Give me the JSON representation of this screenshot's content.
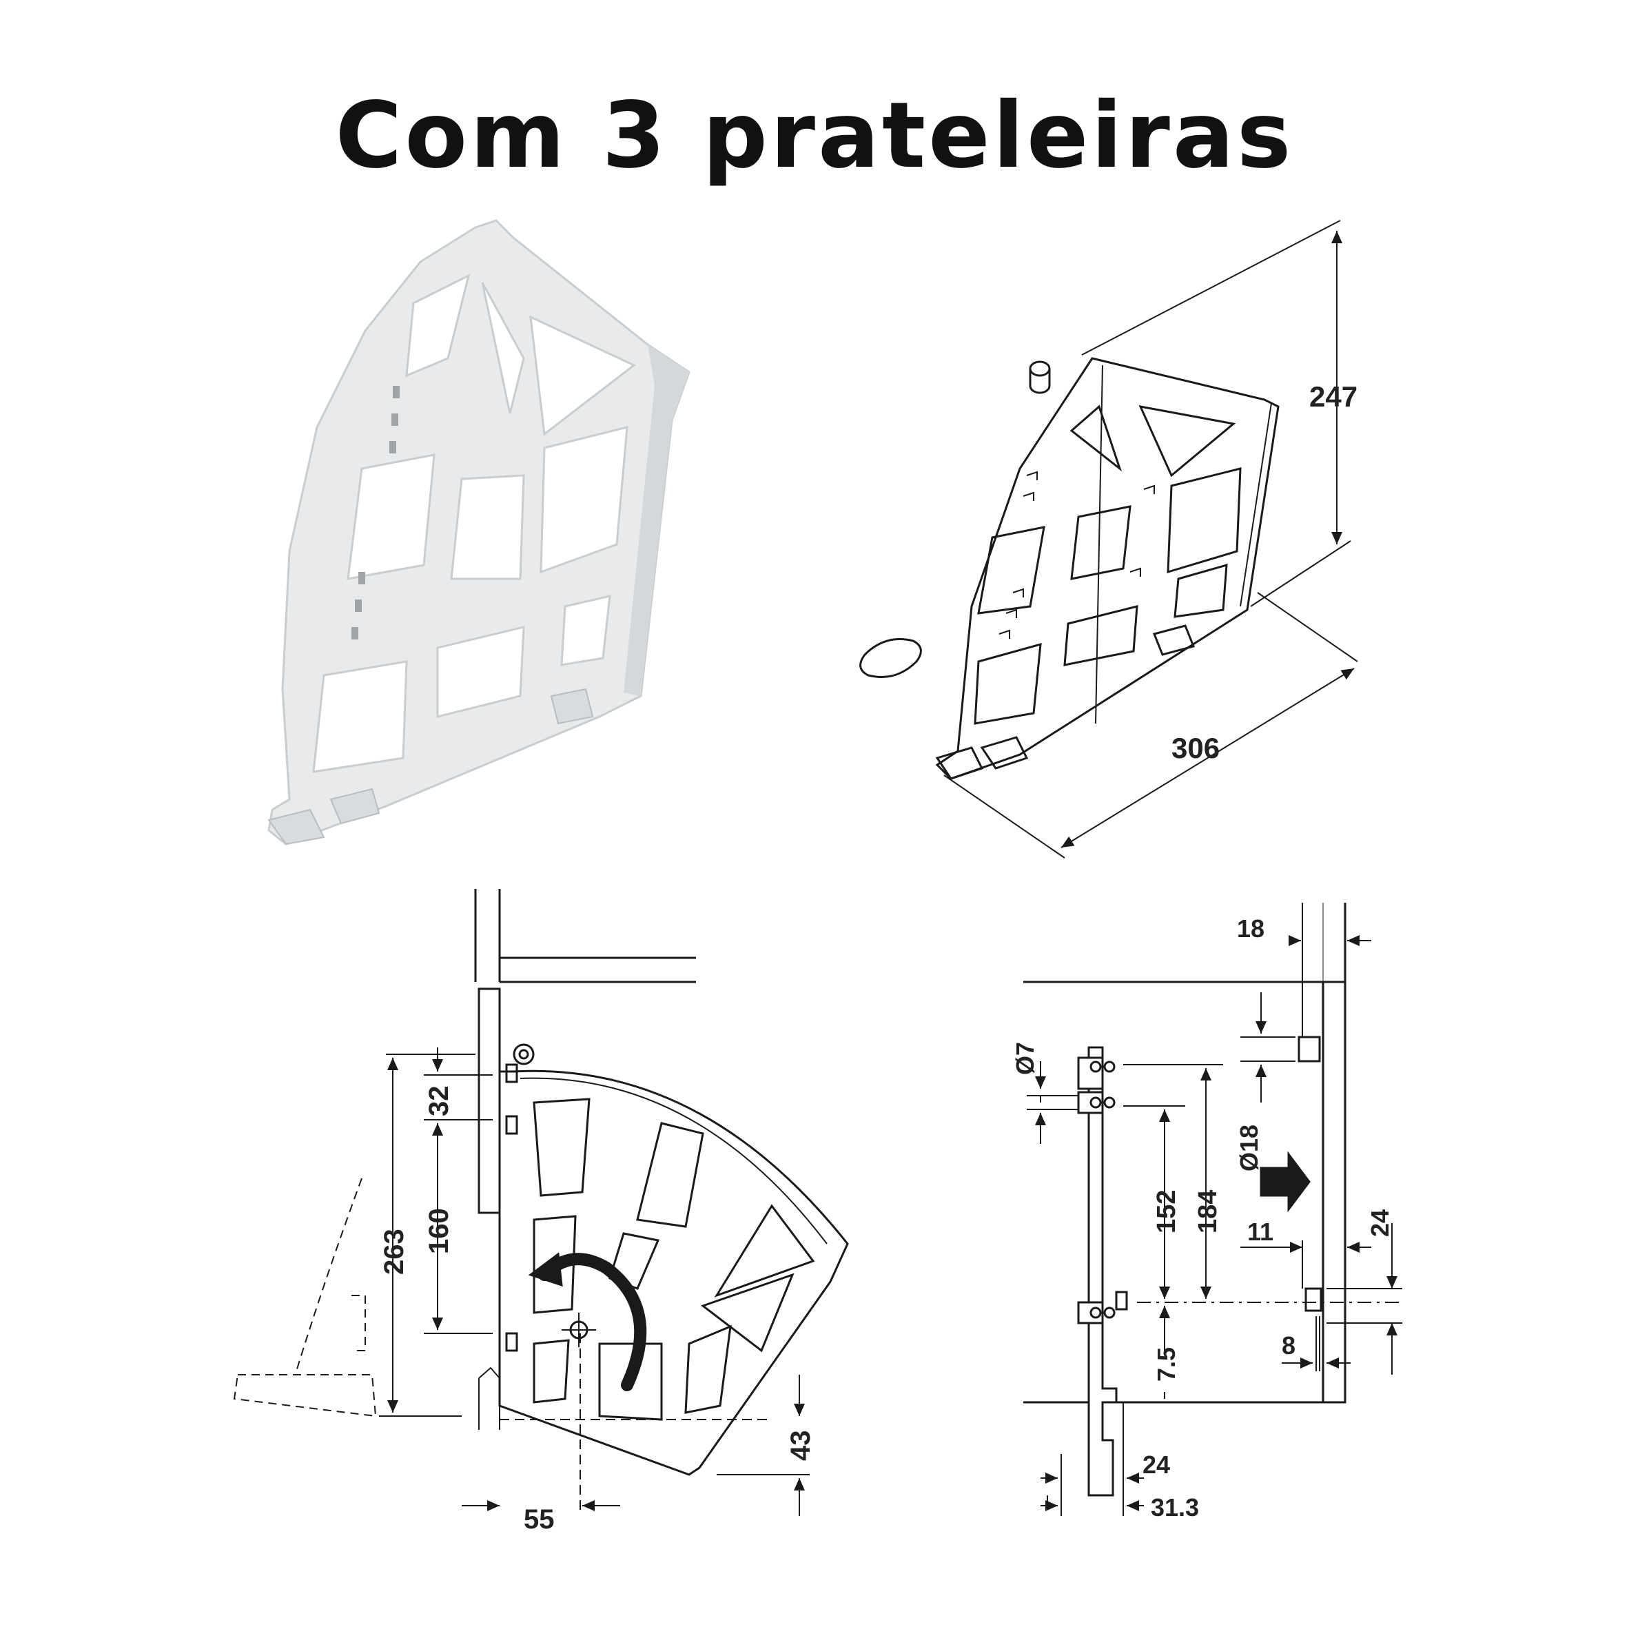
{
  "title": "Com 3 prateleiras",
  "iso_view": {
    "height": "247",
    "width": "306"
  },
  "side_view": {
    "d263": "263",
    "d160": "160",
    "d32": "32",
    "d43": "43",
    "d55": "55"
  },
  "front_view": {
    "d18": "18",
    "d7": "Ø7",
    "d_o18": "Ø18",
    "d152": "152",
    "d184": "184",
    "d11": "11",
    "d24r": "24",
    "d7_5": "7.5",
    "d8": "8",
    "d24b": "24",
    "d31_3": "31.3"
  },
  "colors": {
    "line": "#1a1a1a",
    "plastic": "#e8eaeb",
    "plastic_shade": "#c9cdd0"
  }
}
